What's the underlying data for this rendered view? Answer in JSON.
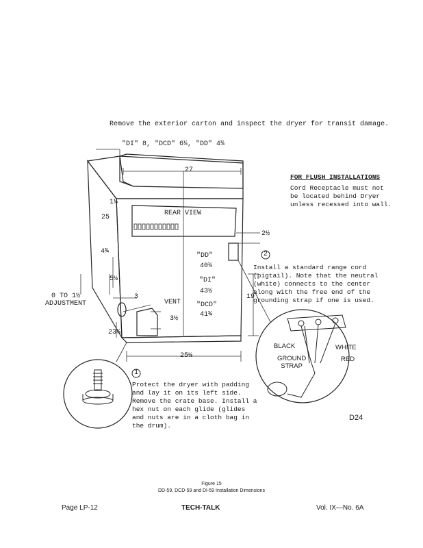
{
  "intro": "Remove the exterior carton and inspect the dryer for transit damage.",
  "labels": {
    "top_offsets": "\"DI\" 8, \"DCD\" 6¼, \"DD\" 4¾",
    "width_top": "27",
    "height_depth_top": "1¼",
    "depth_side": "25",
    "rear_view": "REAR VIEW",
    "dim_4_3_4": "4¾",
    "dim_5_1_8": "5⅛",
    "dim_3": "3",
    "vent": "VENT",
    "dim_3_1_2": "3½",
    "adjustment": "0 TO 1½\nADJUSTMENT",
    "dim_23_1_4": "23¼",
    "base_width": "25⅛",
    "dim_2_1_2": "2½",
    "dim_19": "19",
    "dd_label": "\"DD\"",
    "dd_value": "40¼",
    "di_label": "\"DI\"",
    "di_value": "43½",
    "dcd_label": "\"DCD\"",
    "dcd_value": "41¾"
  },
  "flush": {
    "title": "FOR FLUSH INSTALLATIONS",
    "body": "Cord Receptacle must not be located behind Dryer unless recessed into wall."
  },
  "step2": {
    "number": "2",
    "text": "Install a standard range cord (pigtail). Note that the neutral (white) connects to the center along with the free end of the grounding strap if one is used."
  },
  "wires": {
    "black": "BLACK",
    "white": "WHITE",
    "ground": "GROUND\nSTRAP",
    "red": "RED"
  },
  "step1": {
    "number": "1",
    "text": "Protect the dryer with padding and lay it on its left side. Remove the crate base. Install a hex nut on each glide (glides and nuts are in a cloth bag in the drum)."
  },
  "code": "D24",
  "caption": {
    "line1": "Figure 15",
    "line2": "DD-59, DCD-59 and DI-59 Installation Dimensions"
  },
  "footer": {
    "left": "Page LP-12",
    "center": "TECH-TALK",
    "right": "Vol. IX—No. 6A"
  }
}
